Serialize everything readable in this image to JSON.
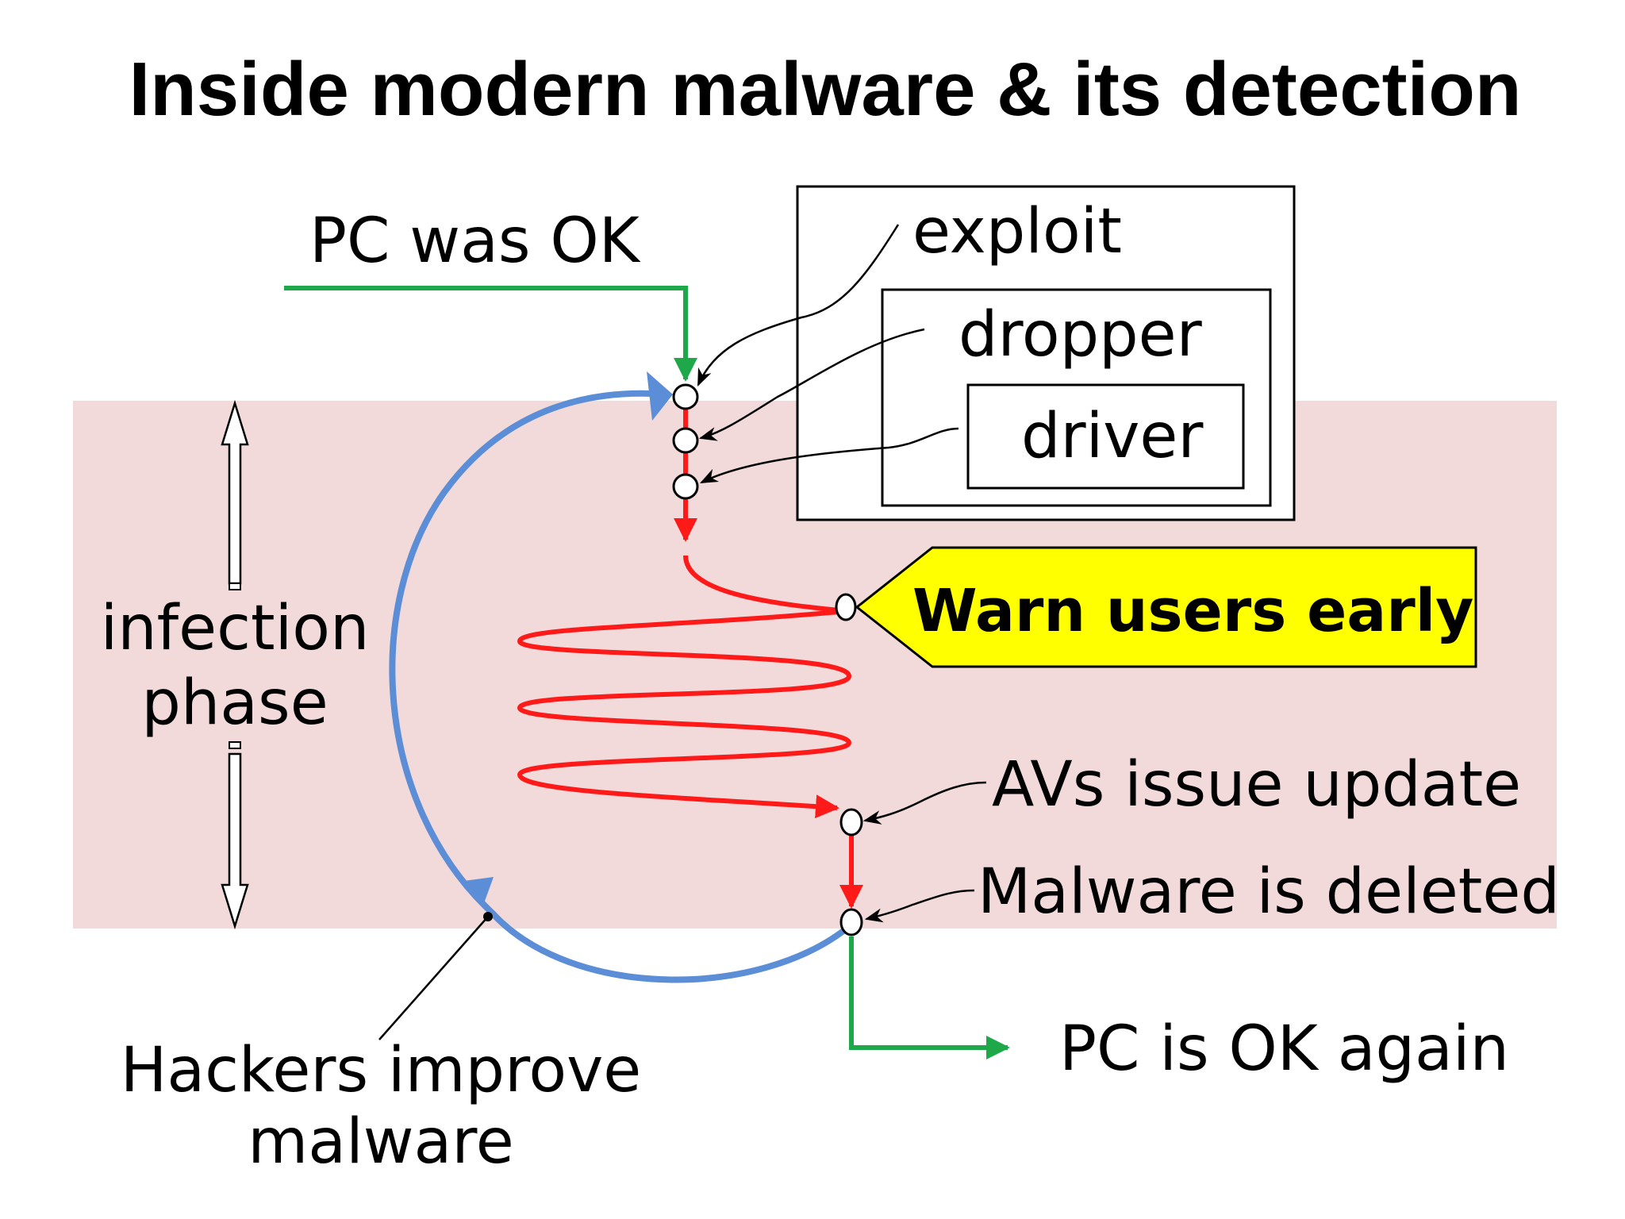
{
  "title": "Inside modern malware & its detection",
  "labels": {
    "pc_was_ok": "PC was OK",
    "exploit": "exploit",
    "dropper": "dropper",
    "driver": "driver",
    "warn_users_early": "Warn users early",
    "infection_phase_line1": "infection",
    "infection_phase_line2": "phase",
    "avs_issue_update": "AVs issue update",
    "malware_is_deleted": "Malware is deleted",
    "pc_is_ok_again": "PC is OK again",
    "hackers_improve_line1": "Hackers improve",
    "hackers_improve_line2": "malware"
  },
  "colors": {
    "phase_band": "#f2dada",
    "ok_path": "#1fa84a",
    "infection_path": "#ff1a1a",
    "hacker_loop": "#5b8ed6",
    "callout_fill": "#ffff00",
    "outline": "#000000"
  }
}
